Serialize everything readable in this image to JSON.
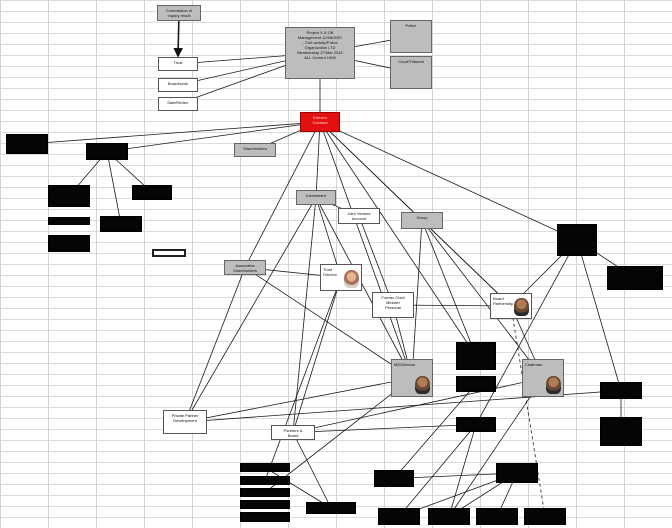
{
  "diagram": {
    "nodes": [
      {
        "id": "top-note",
        "style": "gray",
        "lines": [
          "Commission of",
          "Inquiry result"
        ],
        "portrait": "none"
      },
      {
        "id": "item-1",
        "style": "white",
        "lines": [
          "Trust"
        ],
        "portrait": "none"
      },
      {
        "id": "item-2",
        "style": "white",
        "lines": [
          "Board/work"
        ],
        "portrait": "none"
      },
      {
        "id": "item-3",
        "style": "white",
        "lines": [
          "Sale/Redev."
        ],
        "portrait": "none"
      },
      {
        "id": "main-box",
        "style": "gray",
        "lines": [
          "Project X & OB",
          "Management 12/08/2007",
          "- Civil activity/Police",
          "Organization LTD",
          "Membership 27/Mar 2012",
          "ALL Current 1998"
        ],
        "portrait": "none"
      },
      {
        "id": "side-top",
        "style": "gray",
        "lines": [
          "Police"
        ],
        "portrait": "none"
      },
      {
        "id": "side-bottom",
        "style": "gray",
        "lines": [
          "Court/Tribunal"
        ],
        "portrait": "none"
      },
      {
        "id": "red-hub",
        "style": "red",
        "lines": [
          "Director",
          "Contract"
        ],
        "portrait": "none"
      },
      {
        "id": "gray-label",
        "style": "gray",
        "lines": [
          "Shareholders"
        ],
        "portrait": "none"
      },
      {
        "id": "black-left-1",
        "style": "black",
        "lines": [
          ""
        ],
        "portrait": "none"
      },
      {
        "id": "black-left-2",
        "style": "black",
        "lines": [
          ""
        ],
        "portrait": "none"
      },
      {
        "id": "black-left-3",
        "style": "black",
        "lines": [
          ""
        ],
        "portrait": "none"
      },
      {
        "id": "black-left-4",
        "style": "black",
        "lines": [
          ""
        ],
        "portrait": "none"
      },
      {
        "id": "black-left-5",
        "style": "black",
        "lines": [
          ""
        ],
        "portrait": "none"
      },
      {
        "id": "black-left-6",
        "style": "black",
        "lines": [
          ""
        ],
        "portrait": "none"
      },
      {
        "id": "black-left-7",
        "style": "black",
        "lines": [
          ""
        ],
        "portrait": "none"
      },
      {
        "id": "outline-box",
        "style": "outline",
        "lines": [
          ""
        ],
        "portrait": "none"
      },
      {
        "id": "gray-mid",
        "style": "gray",
        "lines": [
          "Investment"
        ],
        "portrait": "none"
      },
      {
        "id": "white-mid",
        "style": "white",
        "lines": [
          "Joint Venture",
          "Account"
        ],
        "portrait": "none"
      },
      {
        "id": "gray-mid-right",
        "style": "gray",
        "lines": [
          "Group"
        ],
        "portrait": "none"
      },
      {
        "id": "gray-left-mid",
        "style": "gray",
        "lines": [
          "Associates",
          "Shareholders"
        ],
        "portrait": "none"
      },
      {
        "id": "person-1",
        "style": "white",
        "lines": [
          "Trust Director"
        ],
        "portrait": "light"
      },
      {
        "id": "person-2",
        "style": "white",
        "lines": [
          "Former Chief",
          "Minister",
          "Personal"
        ],
        "portrait": "none"
      },
      {
        "id": "person-3",
        "style": "white",
        "lines": [
          "Board",
          "Partnership"
        ],
        "portrait": "dark"
      },
      {
        "id": "person-4",
        "style": "gray",
        "lines": [
          "MD/Director"
        ],
        "portrait": "dark"
      },
      {
        "id": "person-5",
        "style": "gray",
        "lines": [
          "Chairman"
        ],
        "portrait": "dark"
      },
      {
        "id": "black-r-1",
        "style": "black",
        "lines": [
          ""
        ],
        "portrait": "none"
      },
      {
        "id": "black-r-2",
        "style": "black",
        "lines": [
          ""
        ],
        "portrait": "none"
      },
      {
        "id": "black-c-1",
        "style": "black",
        "lines": [
          ""
        ],
        "portrait": "none"
      },
      {
        "id": "black-c-2",
        "style": "black",
        "lines": [
          ""
        ],
        "portrait": "none"
      },
      {
        "id": "black-r-3",
        "style": "black",
        "lines": [
          ""
        ],
        "portrait": "none"
      },
      {
        "id": "black-r-4",
        "style": "black",
        "lines": [
          ""
        ],
        "portrait": "none"
      },
      {
        "id": "black-c-3",
        "style": "black",
        "lines": [
          ""
        ],
        "portrait": "none"
      },
      {
        "id": "white-bottom-left",
        "style": "white",
        "lines": [
          "Private Partner",
          "Development"
        ],
        "portrait": "none"
      },
      {
        "id": "white-bottom-mid",
        "style": "white",
        "lines": [
          "Partners &",
          "Board"
        ],
        "portrait": "none"
      },
      {
        "id": "black-b-1",
        "style": "black",
        "lines": [
          ""
        ],
        "portrait": "none"
      },
      {
        "id": "black-b-2",
        "style": "black",
        "lines": [
          ""
        ],
        "portrait": "none"
      },
      {
        "id": "black-b-3",
        "style": "black",
        "lines": [
          ""
        ],
        "portrait": "none"
      },
      {
        "id": "black-b-4",
        "style": "black",
        "lines": [
          ""
        ],
        "portrait": "none"
      },
      {
        "id": "black-b-5",
        "style": "black",
        "lines": [
          ""
        ],
        "portrait": "none"
      },
      {
        "id": "black-b-6",
        "style": "black",
        "lines": [
          ""
        ],
        "portrait": "none"
      },
      {
        "id": "black-b-7",
        "style": "black",
        "lines": [
          ""
        ],
        "portrait": "none"
      },
      {
        "id": "black-b-8",
        "style": "black",
        "lines": [
          ""
        ],
        "portrait": "none"
      },
      {
        "id": "black-b-9",
        "style": "black",
        "lines": [
          ""
        ],
        "portrait": "none"
      },
      {
        "id": "black-b-10",
        "style": "black",
        "lines": [
          ""
        ],
        "portrait": "none"
      },
      {
        "id": "black-b-11",
        "style": "black",
        "lines": [
          ""
        ],
        "portrait": "none"
      },
      {
        "id": "black-b-12",
        "style": "black",
        "lines": [
          ""
        ],
        "portrait": "none"
      }
    ],
    "edges": [
      [
        "top-note",
        "item-1",
        "arrow"
      ],
      [
        "item-1",
        "main-box",
        "solid"
      ],
      [
        "item-2",
        "main-box",
        "solid"
      ],
      [
        "item-3",
        "main-box",
        "solid"
      ],
      [
        "main-box",
        "side-top",
        "solid"
      ],
      [
        "main-box",
        "side-bottom",
        "solid"
      ],
      [
        "main-box",
        "red-hub",
        "solid"
      ],
      [
        "red-hub",
        "black-left-1",
        "solid"
      ],
      [
        "red-hub",
        "black-left-2",
        "solid"
      ],
      [
        "red-hub",
        "gray-label",
        "solid"
      ],
      [
        "red-hub",
        "gray-mid",
        "solid"
      ],
      [
        "red-hub",
        "gray-mid-right",
        "solid"
      ],
      [
        "red-hub",
        "black-r-1",
        "solid"
      ],
      [
        "red-hub",
        "person-3",
        "solid"
      ],
      [
        "red-hub",
        "person-4",
        "solid"
      ],
      [
        "red-hub",
        "gray-left-mid",
        "solid"
      ],
      [
        "red-hub",
        "black-c-1",
        "solid"
      ],
      [
        "black-left-2",
        "black-left-3",
        "solid"
      ],
      [
        "black-left-2",
        "black-left-4",
        "solid"
      ],
      [
        "black-left-2",
        "black-left-5",
        "solid"
      ],
      [
        "gray-mid",
        "white-mid",
        "solid"
      ],
      [
        "gray-mid",
        "person-1",
        "solid"
      ],
      [
        "gray-mid",
        "white-bottom-mid",
        "solid"
      ],
      [
        "gray-mid",
        "person-4",
        "solid"
      ],
      [
        "gray-mid",
        "white-bottom-left",
        "solid"
      ],
      [
        "gray-mid-right",
        "person-3",
        "solid"
      ],
      [
        "gray-mid-right",
        "person-4",
        "solid"
      ],
      [
        "gray-mid-right",
        "person-5",
        "solid"
      ],
      [
        "gray-mid-right",
        "black-c-1",
        "solid"
      ],
      [
        "gray-left-mid",
        "person-1",
        "solid"
      ],
      [
        "gray-left-mid",
        "person-4",
        "solid"
      ],
      [
        "gray-left-mid",
        "white-bottom-left",
        "solid"
      ],
      [
        "person-1",
        "white-bottom-mid",
        "solid"
      ],
      [
        "person-2",
        "person-3",
        "solid"
      ],
      [
        "person-2",
        "person-4",
        "solid"
      ],
      [
        "person-2",
        "white-mid",
        "solid"
      ],
      [
        "person-3",
        "black-r-1",
        "solid"
      ],
      [
        "person-3",
        "person-5",
        "solid"
      ],
      [
        "person-3",
        "black-b-12",
        "dashed"
      ],
      [
        "black-r-1",
        "black-r-2",
        "solid"
      ],
      [
        "black-r-1",
        "black-r-3",
        "solid"
      ],
      [
        "black-r-1",
        "black-c-3",
        "solid"
      ],
      [
        "black-r-3",
        "white-bottom-left",
        "solid"
      ],
      [
        "black-r-3",
        "black-r-4",
        "solid"
      ],
      [
        "white-bottom-mid",
        "person-5",
        "solid"
      ],
      [
        "white-bottom-mid",
        "black-c-3",
        "solid"
      ],
      [
        "white-bottom-mid",
        "black-b-6",
        "solid"
      ],
      [
        "white-bottom-left",
        "person-4",
        "solid"
      ],
      [
        "black-c-3",
        "black-b-8",
        "solid"
      ],
      [
        "black-c-3",
        "black-b-9",
        "solid"
      ],
      [
        "black-b-10",
        "black-b-8",
        "solid"
      ],
      [
        "black-b-10",
        "black-b-9",
        "solid"
      ],
      [
        "black-b-10",
        "black-b-11",
        "solid"
      ],
      [
        "black-b-10",
        "black-b-7",
        "solid"
      ],
      [
        "black-b-6",
        "black-b-1",
        "solid"
      ],
      [
        "person-4",
        "black-b-3",
        "solid"
      ],
      [
        "person-5",
        "black-b-9",
        "solid"
      ],
      [
        "black-c-2",
        "black-b-7",
        "solid"
      ],
      [
        "person-1",
        "black-b-2",
        "solid"
      ]
    ]
  }
}
